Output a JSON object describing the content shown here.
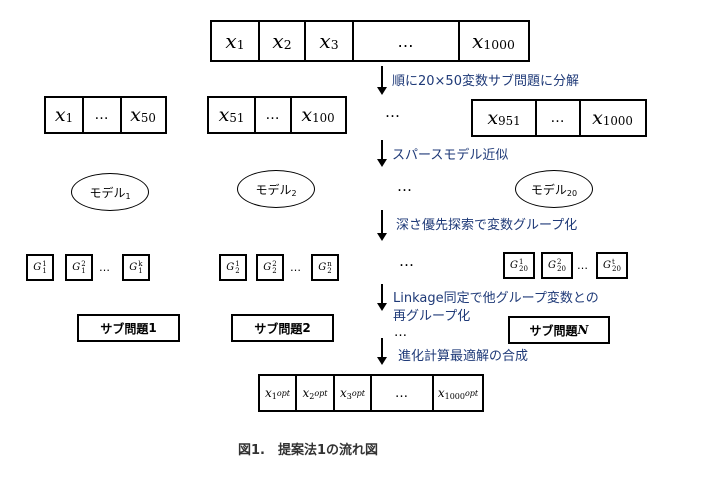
{
  "top_row": [
    {
      "var": "x",
      "sub": "1"
    },
    {
      "var": "x",
      "sub": "2"
    },
    {
      "var": "x",
      "sub": "3"
    },
    {
      "dots": "…"
    },
    {
      "var": "x",
      "sub": "1000"
    }
  ],
  "steps": [
    "順に20×50変数サブ問題に分解",
    "スパースモデル近似",
    "深さ優先探索で変数グループ化",
    "Linkage同定で他グループ変数との",
    "再グループ化",
    "進化計算最適解の合成"
  ],
  "chunks": [
    {
      "first": {
        "var": "x",
        "sub": "1"
      },
      "dots": "…",
      "last": {
        "var": "x",
        "sub": "50"
      }
    },
    {
      "first": {
        "var": "x",
        "sub": "51"
      },
      "dots": "…",
      "last": {
        "var": "x",
        "sub": "100"
      }
    },
    {
      "first": {
        "var": "x",
        "sub": "951"
      },
      "dots": "…",
      "last": {
        "var": "x",
        "sub": "1000"
      }
    }
  ],
  "models": [
    {
      "label": "モデル",
      "sub": "1"
    },
    {
      "label": "モデル",
      "sub": "2"
    },
    {
      "label": "モデル",
      "sub": "20"
    }
  ],
  "groups": [
    {
      "g1": {
        "sup": "1",
        "sub": "1"
      },
      "g2": {
        "sup": "2",
        "sub": "1"
      },
      "g3": {
        "sup": "k",
        "sub": "1"
      }
    },
    {
      "g1": {
        "sup": "1",
        "sub": "2"
      },
      "g2": {
        "sup": "2",
        "sub": "2"
      },
      "g3": {
        "sup": "n",
        "sub": "2"
      }
    },
    {
      "g1": {
        "sup": "1",
        "sub": "20"
      },
      "g2": {
        "sup": "2",
        "sub": "20"
      },
      "g3": {
        "sup": "t",
        "sub": "20"
      }
    }
  ],
  "group_var": "G",
  "group_dots": "…",
  "subproblems": [
    {
      "label": "サブ問題",
      "num": "1"
    },
    {
      "label": "サブ問題",
      "num": "2"
    },
    {
      "label": "サブ問題",
      "num": "N"
    }
  ],
  "ellipsis": "…",
  "opt_row": [
    {
      "var": "x",
      "sub": "1",
      "sup": "opt"
    },
    {
      "var": "x",
      "sub": "2",
      "sup": "opt"
    },
    {
      "var": "x",
      "sub": "3",
      "sup": "opt"
    },
    {
      "dots": "…"
    },
    {
      "var": "x",
      "sub": "1000",
      "sup": "opt"
    }
  ],
  "caption": "図1.　提案法1の流れ図"
}
